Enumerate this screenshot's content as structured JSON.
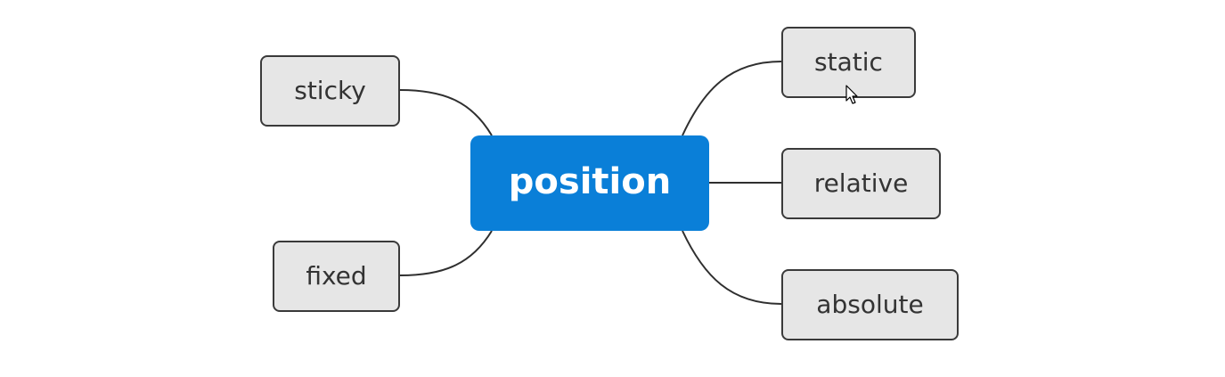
{
  "mindmap": {
    "central": {
      "label": "position",
      "color": "#0a7fd8"
    },
    "left_topics": [
      {
        "label": "sticky"
      },
      {
        "label": "fixed"
      }
    ],
    "right_topics": [
      {
        "label": "static"
      },
      {
        "label": "relative"
      },
      {
        "label": "absolute"
      }
    ],
    "topic_fill": "#e6e6e6",
    "topic_border": "#3a3a3a"
  }
}
